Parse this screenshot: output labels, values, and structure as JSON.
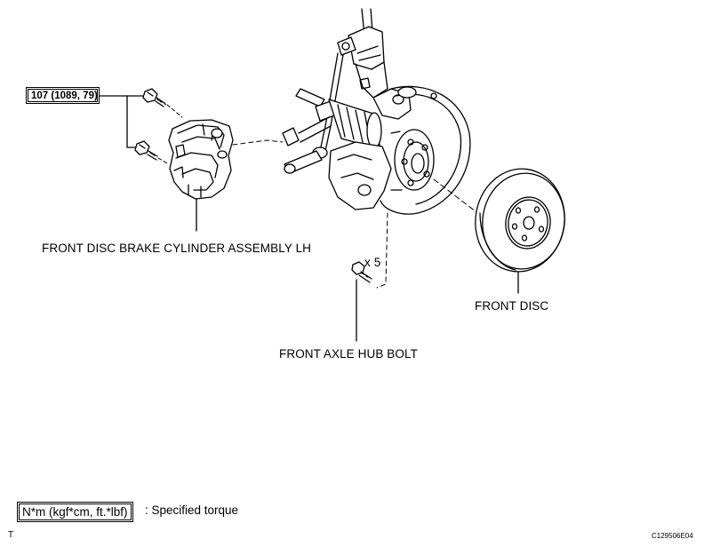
{
  "torque_spec": "107 (1089, 79)",
  "labels": {
    "caliper": "FRONT DISC BRAKE CYLINDER ASSEMBLY LH",
    "disc": "FRONT DISC",
    "hub_bolt": "FRONT AXLE HUB BOLT",
    "bolt_qty": "x 5"
  },
  "legend": {
    "unit_box": "N*m (kgf*cm, ft.*lbf)",
    "description": ": Specified torque"
  },
  "corner_mark": "T",
  "figure_code": "C129506E04"
}
